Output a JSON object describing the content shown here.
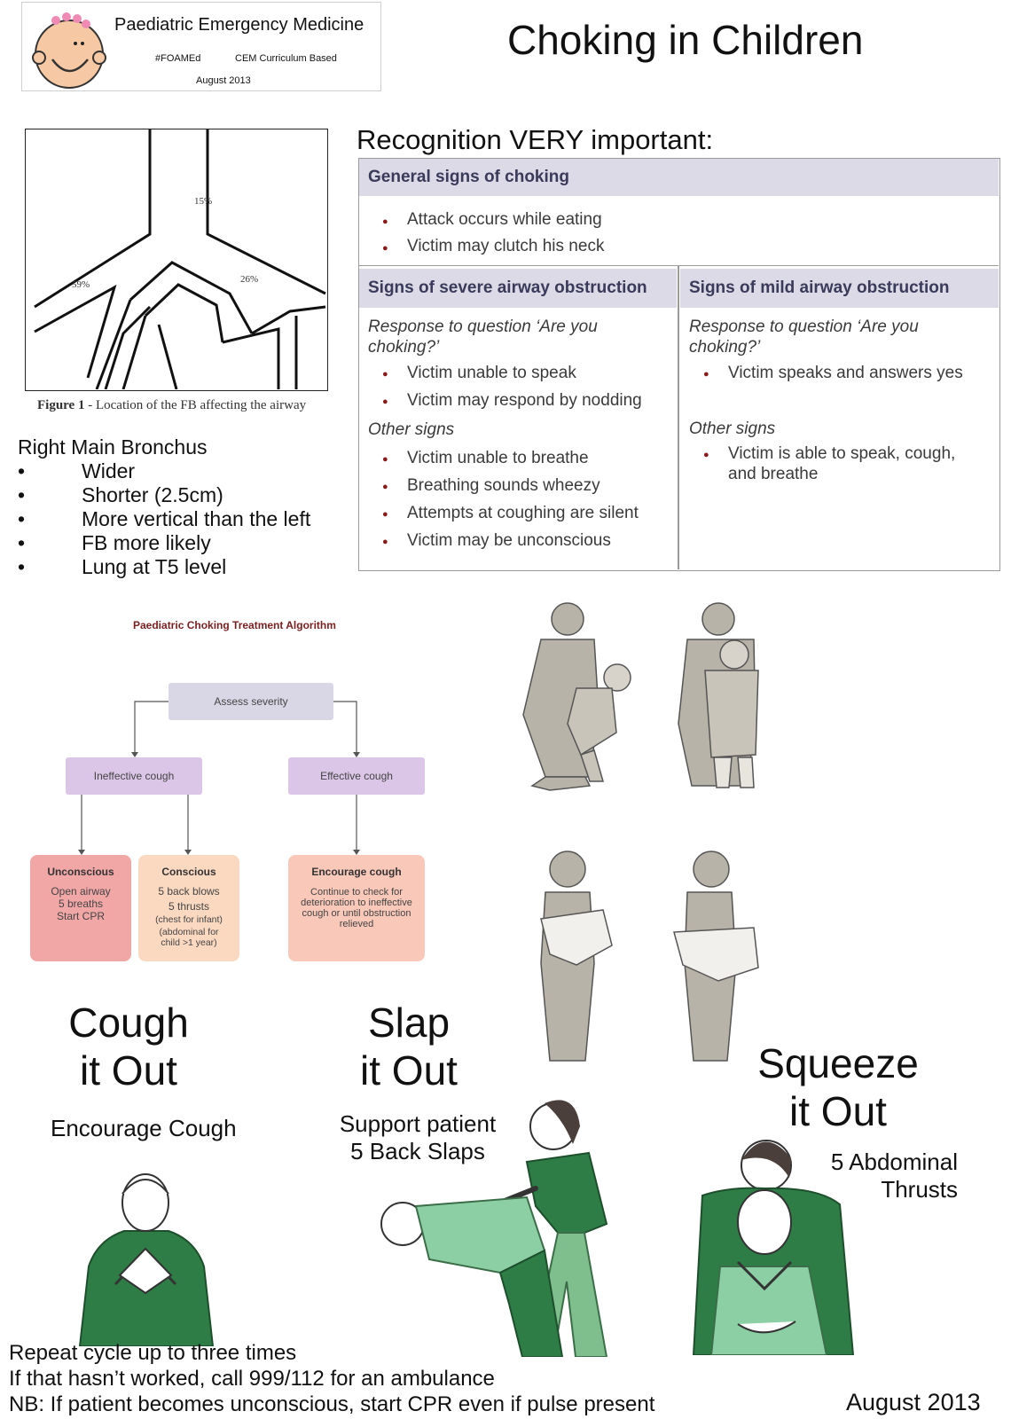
{
  "header": {
    "org": "Paediatric Emergency Medicine",
    "tag_foam": "#FOAMEd",
    "tag_cem": "CEM Curriculum Based",
    "date": "August 2013"
  },
  "title": "Choking in Children",
  "figure": {
    "labels": {
      "p15": "15%",
      "p59": "59%",
      "p26": "26%"
    },
    "caption_bold": "Figure 1",
    "caption": " - Location of the FB affecting the airway"
  },
  "bronchus": {
    "title": "Right Main Bronchus",
    "items": [
      "Wider",
      "Shorter (2.5cm)",
      "More vertical than the left",
      "FB more likely",
      "Lung at T5 level"
    ]
  },
  "recognition": {
    "heading": "Recognition VERY important:",
    "general_header": "General signs of choking",
    "general": [
      "Attack occurs while eating",
      "Victim may clutch his neck"
    ],
    "severe_header": "Signs of severe airway obstruction",
    "severe_question": "Response to question ‘Are you choking?’",
    "severe_answers": [
      "Victim unable to speak",
      "Victim may respond by nodding"
    ],
    "severe_other_label": "Other signs",
    "severe_other": [
      "Victim unable to breathe",
      "Breathing sounds wheezy",
      "Attempts at coughing are silent",
      "Victim may be unconscious"
    ],
    "mild_header": "Signs of mild airway obstruction",
    "mild_question": "Response to question ‘Are you choking?’",
    "mild_answers": [
      "Victim speaks and answers yes"
    ],
    "mild_other_label": "Other signs",
    "mild_other": [
      "Victim is able to speak, cough, and breathe"
    ]
  },
  "algorithm": {
    "title": "Paediatric Choking Treatment Algorithm",
    "assess": "Assess severity",
    "ineffective": "Ineffective cough",
    "effective": "Effective cough",
    "unconscious_title": "Unconscious",
    "unconscious_lines": [
      "Open airway",
      "5 breaths",
      "Start CPR"
    ],
    "conscious_title": "Conscious",
    "conscious_lines": [
      "5 back blows",
      "5 thrusts",
      "(chest for infant)",
      "(abdominal for",
      "child >1 year)"
    ],
    "encourage_title": "Encourage cough",
    "encourage_lines": [
      "Continue to check for",
      "deterioration to ineffective",
      "cough or until obstruction",
      "relieved"
    ]
  },
  "sections": {
    "cough_l1": "Cough",
    "cough_l2": "it Out",
    "cough_sub": "Encourage Cough",
    "slap_l1": "Slap",
    "slap_l2": "it Out",
    "slap_sub1": "Support patient",
    "slap_sub2": "5 Back Slaps",
    "squeeze_l1": "Squeeze",
    "squeeze_l2": "it Out",
    "squeeze_sub1": "5 Abdominal",
    "squeeze_sub2": "Thrusts"
  },
  "footer": {
    "line1": "Repeat cycle up to three times",
    "line2": "If that hasn’t worked, call 999/112 for an ambulance",
    "line3": "NB: If patient becomes unconscious, start CPR even if pulse present",
    "date": "August 2013"
  },
  "colors": {
    "shirt_green": "#2e7d46",
    "skin": "#ffffff",
    "figure_grey": "#b8b3a8",
    "algo_purple": "#dcc6e8",
    "algo_pink": "#f2a7a7",
    "algo_peach": "#fbd9c0",
    "table_header": "#dcdae6"
  }
}
